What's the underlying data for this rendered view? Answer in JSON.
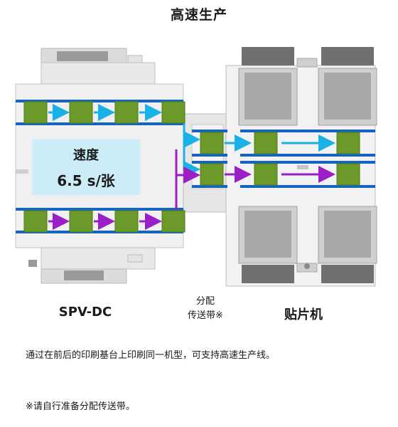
{
  "title": "高速生产",
  "speed": {
    "label": "速度",
    "value": "6.5 s/张"
  },
  "labels": {
    "left_machine": "SPV-DC",
    "conveyor_line1": "分配",
    "conveyor_line2": "传送带※",
    "right_machine": "贴片机"
  },
  "notes": {
    "description": "通过在前后的印刷基台上印刷同一机型，可支持高速生产线。",
    "footnote": "※请自行准备分配传送带。"
  },
  "colors": {
    "rail": "#1565c0",
    "board": "#6b9a2a",
    "flow_upper": "#1ab0e8",
    "flow_lower": "#9b1fc6",
    "speed_box": "#ccecf8"
  }
}
